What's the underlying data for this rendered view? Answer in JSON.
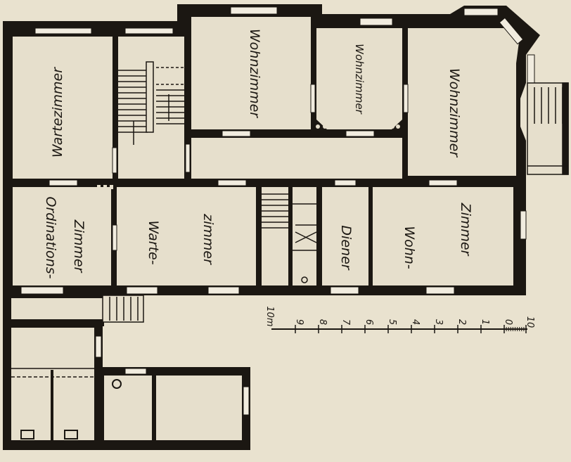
{
  "colors": {
    "paper": "#e9e2cf",
    "room": "#e6dfcc",
    "ink": "#1b1712",
    "window": "#f1ecdf"
  },
  "rooms": [
    {
      "id": "wartezimmer-1",
      "lines": [
        "Wartezimmer"
      ]
    },
    {
      "id": "wohnzimmer-1",
      "lines": [
        "Wohnzimmer"
      ]
    },
    {
      "id": "wohnzimmer-2",
      "lines": [
        "Wohnzimmer"
      ]
    },
    {
      "id": "wohnzimmer-3",
      "lines": [
        "Wohnzimmer"
      ]
    },
    {
      "id": "ordinationszimmer",
      "lines": [
        "Ordinations-",
        "Zimmer"
      ]
    },
    {
      "id": "wartezimmer-2",
      "lines": [
        "Warte-",
        "zimmer"
      ]
    },
    {
      "id": "diener",
      "lines": [
        "Diener"
      ]
    },
    {
      "id": "wohnzimmer-4",
      "lines": [
        "Wohn-",
        "Zimmer"
      ]
    }
  ],
  "scale": {
    "unit_label": "10m",
    "ticks": [
      "9",
      "8",
      "7",
      "6",
      "5",
      "4",
      "3",
      "2",
      "1",
      "0",
      "10"
    ]
  }
}
